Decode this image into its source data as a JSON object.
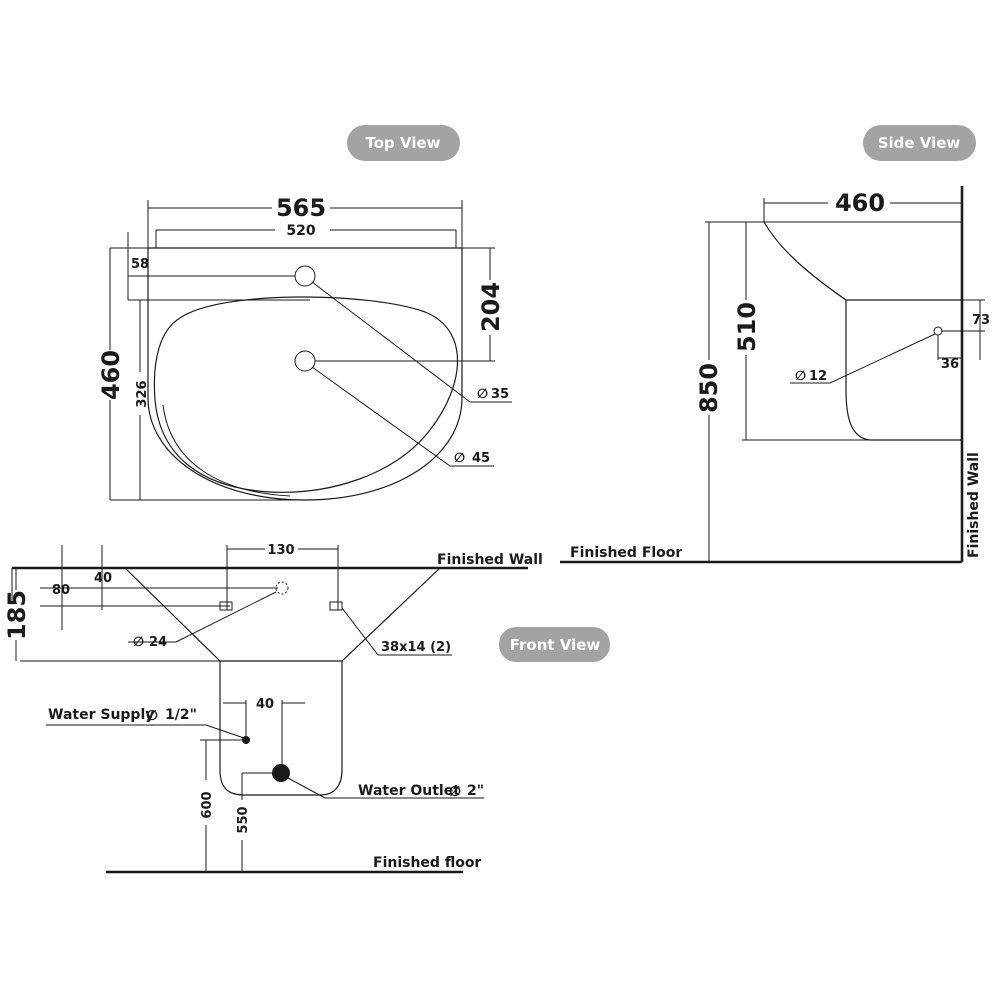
{
  "views": {
    "top": "Top View",
    "side": "Side View",
    "front": "Front View"
  },
  "top_view": {
    "width_outer": "565",
    "width_inner": "520",
    "depth_total": "460",
    "depth_bowl": "326",
    "tap_offset": "58",
    "tap_to_drain": "204",
    "tap_hole": "35",
    "drain_hole": "45"
  },
  "side_view": {
    "depth": "460",
    "pedestal_height": "510",
    "rim_height": "850",
    "fix_hole": "12",
    "fix_vertical": "73",
    "fix_horizontal": "36",
    "finished_floor": "Finished Floor",
    "finished_wall": "Finished Wall"
  },
  "front_view": {
    "basin_height": "185",
    "hole_spacing": "130",
    "hole_offset_x": "40",
    "hole_offset_y": "80",
    "overflow_hole": "24",
    "slot_size": "38x14 (2)",
    "finished_wall": "Finished Wall",
    "supply_spacing": "40",
    "water_supply": "Water Supply",
    "water_supply_size": "1/2\"",
    "water_outlet": "Water Outlet",
    "water_outlet_size": "2\"",
    "supply_height": "600",
    "outlet_height": "550",
    "finished_floor": "Finished floor"
  },
  "symbols": {
    "diameter": "∅"
  }
}
